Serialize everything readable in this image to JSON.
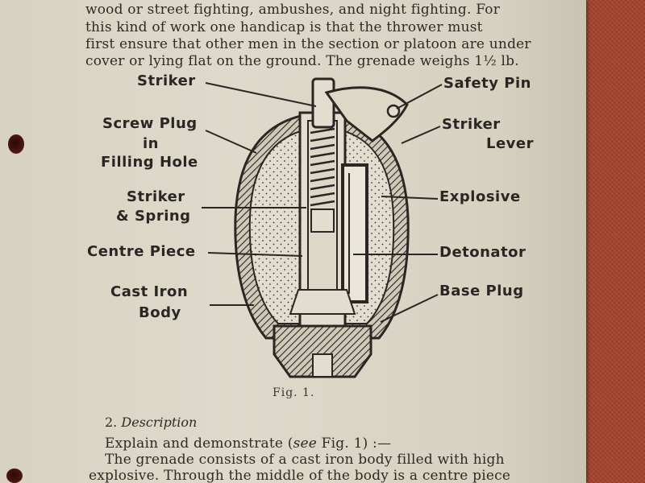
{
  "text": {
    "line1": "wood or street fighting, ambushes, and night fighting.  For",
    "line2": "this kind of work one handicap is that the thrower must",
    "line3": "first ensure that other men in the section or platoon are under",
    "line4": "cover or lying flat on the ground.   The grenade weighs 1½ lb."
  },
  "figure": {
    "caption": "Fig. 1.",
    "labels": {
      "striker": "Striker",
      "screw_plug_1": "Screw Plug",
      "screw_plug_2": "in",
      "screw_plug_3": "Filling Hole",
      "striker_spring_1": "Striker",
      "striker_spring_2": "& Spring",
      "centre_piece": "Centre Piece",
      "cast_iron_1": "Cast Iron",
      "cast_iron_2": "Body",
      "safety_pin": "Safety Pin",
      "striker_lever_1": "Striker",
      "striker_lever_2": "Lever",
      "explosive": "Explosive",
      "detonator": "Detonator",
      "base_plug": "Base Plug"
    }
  },
  "section": {
    "number": "2.",
    "title": "Description",
    "para_line1_a": "Explain and demonstrate (",
    "para_line1_see": "see",
    "para_line1_b": " Fig. 1) :—",
    "para_line2": "The grenade consists of a cast iron body filled with high",
    "para_line3": "explosive.   Through the middle of the body is a centre piece"
  }
}
